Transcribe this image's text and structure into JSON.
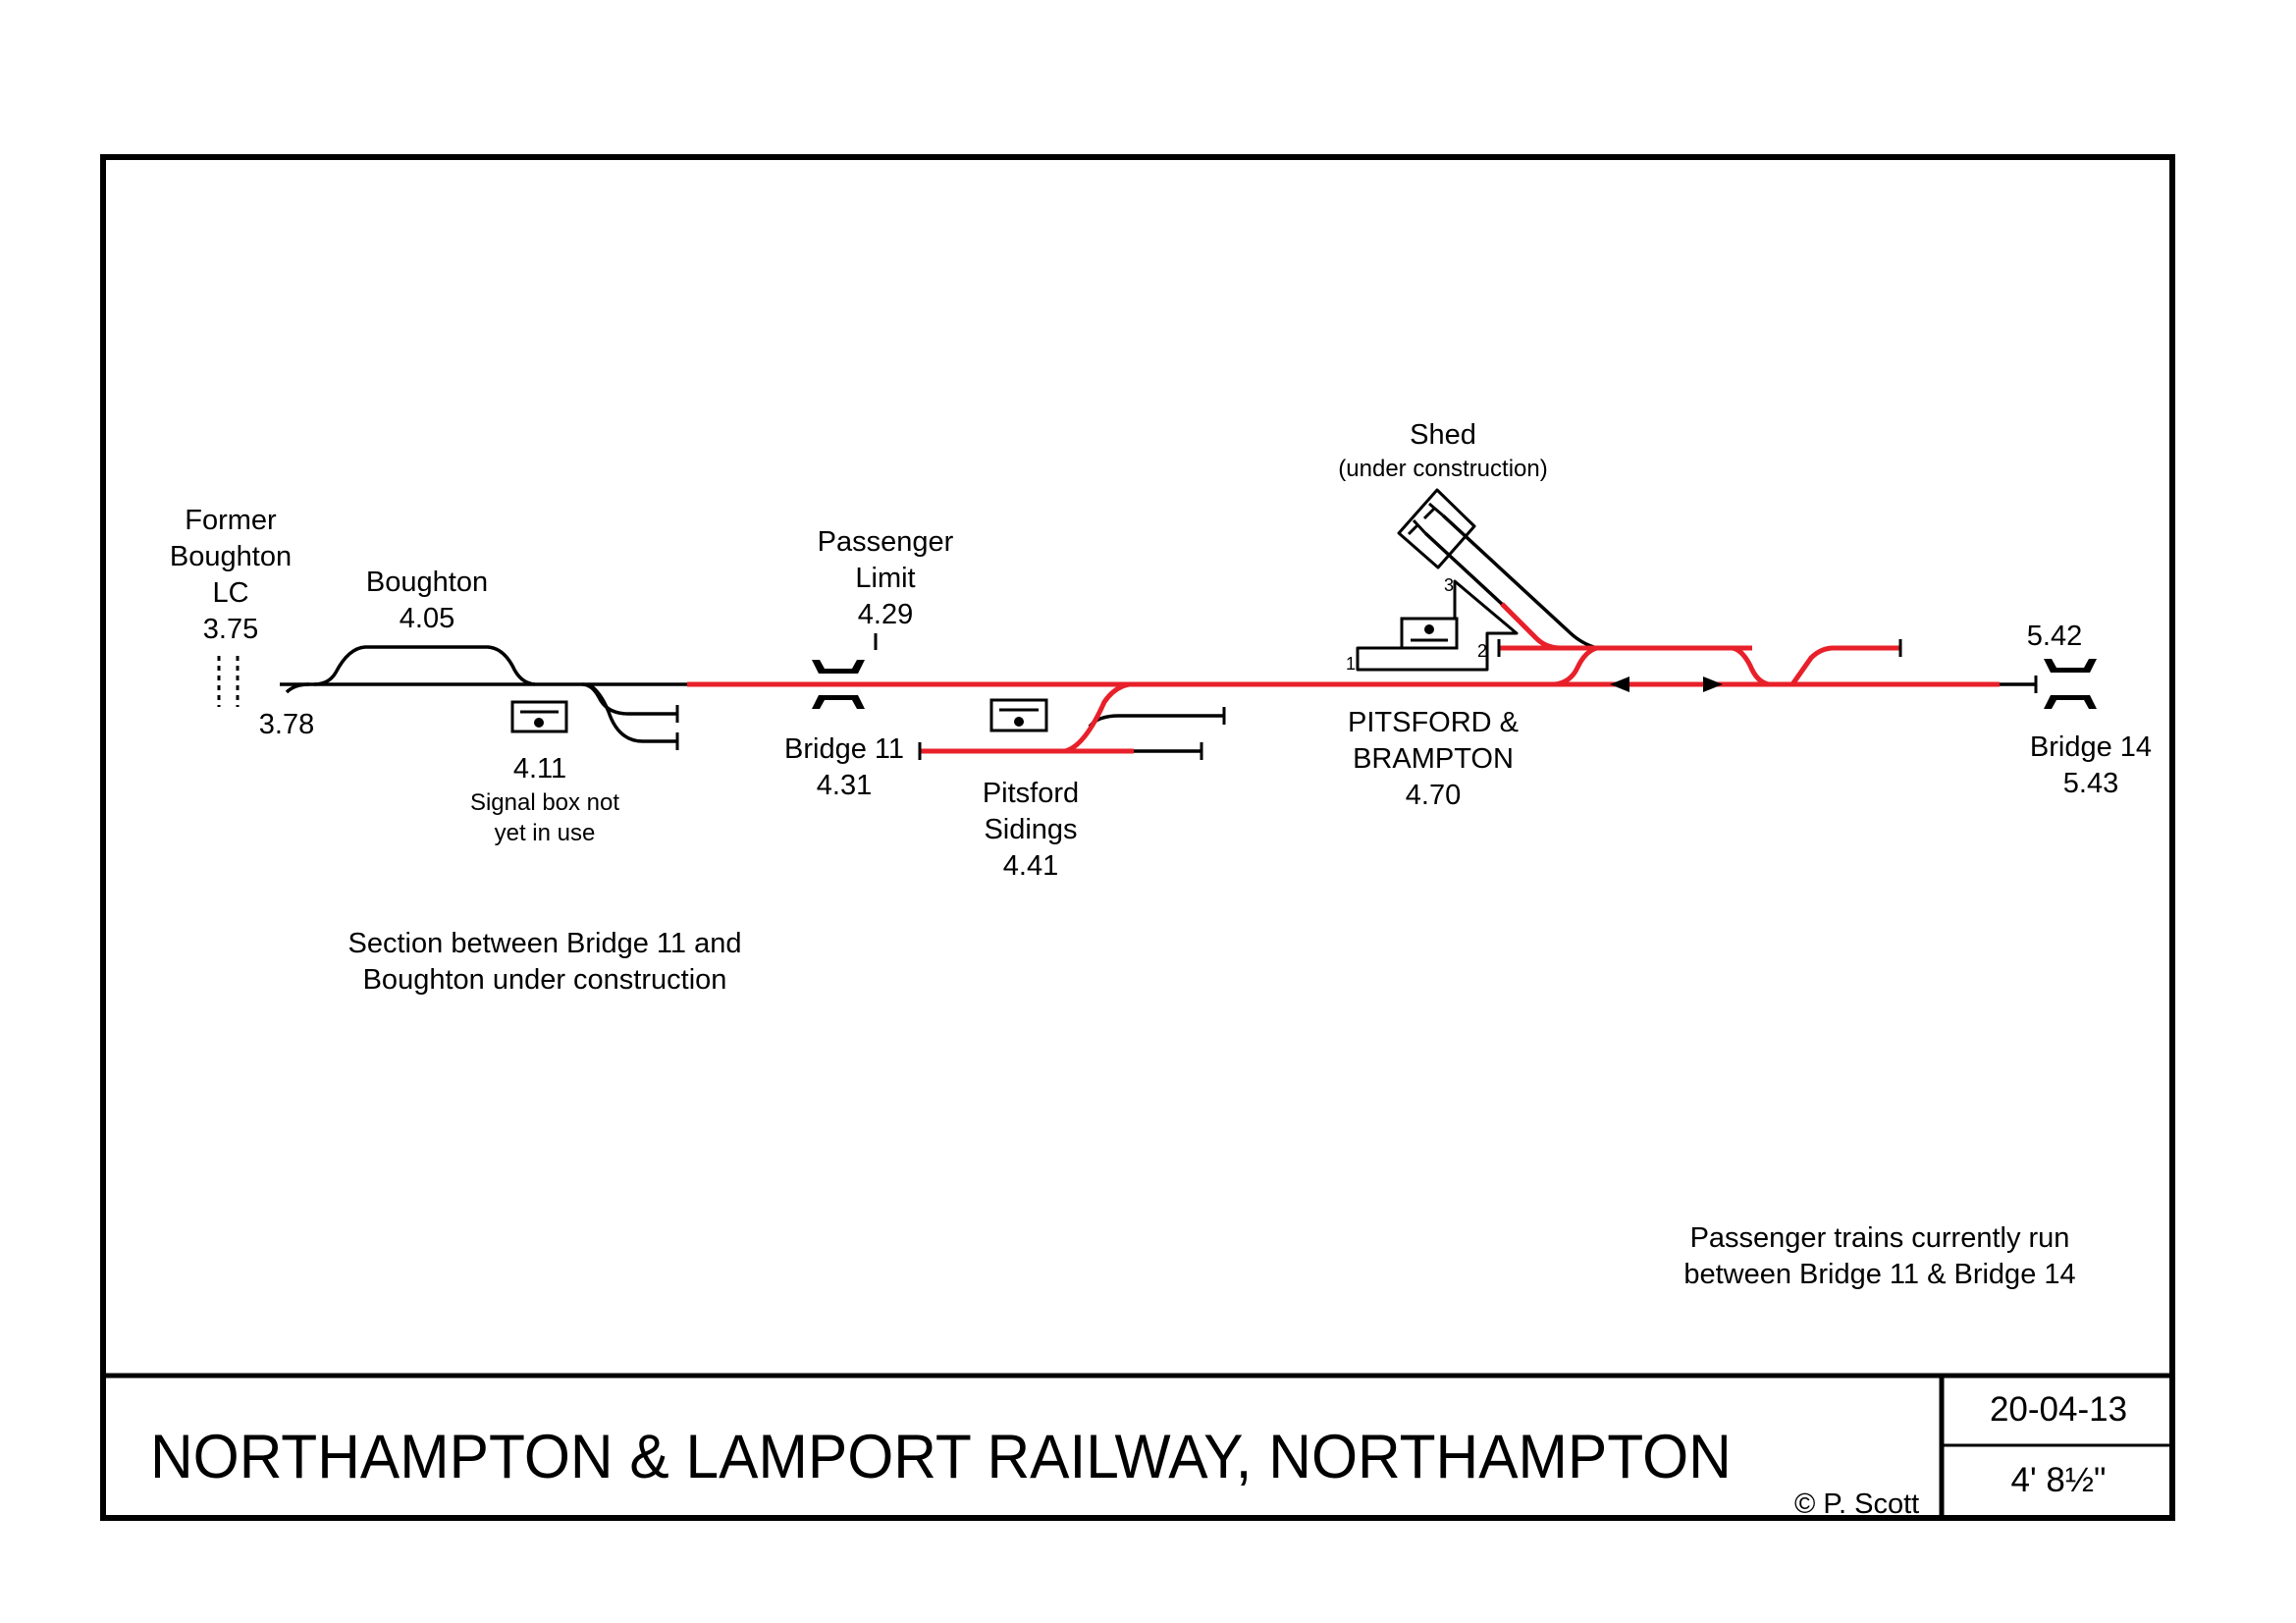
{
  "colors": {
    "operational_track": "#e8202a",
    "track": "#000000",
    "frame": "#000000",
    "background": "#ffffff"
  },
  "title_block": {
    "title": "NORTHAMPTON & LAMPORT RAILWAY, NORTHAMPTON",
    "copyright": "© P. Scott",
    "date": "20-04-13",
    "gauge": "4' 8½\""
  },
  "locations": {
    "former_boughton_lc": {
      "lines": [
        "Former",
        "Boughton",
        "LC"
      ],
      "mileage": "3.75"
    },
    "line_start": {
      "mileage": "3.78"
    },
    "boughton": {
      "name": "Boughton",
      "mileage": "4.05"
    },
    "boughton_signal_box": {
      "mileage": "4.11",
      "note_lines": [
        "Signal box not",
        "yet in use"
      ]
    },
    "passenger_limit": {
      "lines": [
        "Passenger",
        "Limit"
      ],
      "mileage": "4.29"
    },
    "bridge_11": {
      "name": "Bridge 11",
      "mileage": "4.31"
    },
    "pitsford_sidings": {
      "lines": [
        "Pitsford",
        "Sidings"
      ],
      "mileage": "4.41"
    },
    "shed": {
      "name": "Shed",
      "status": "(under construction)"
    },
    "pitsford_brampton": {
      "lines": [
        "PITSFORD &",
        "BRAMPTON"
      ],
      "mileage": "4.70",
      "platforms": [
        "1",
        "2",
        "3"
      ]
    },
    "line_end": {
      "mileage": "5.42"
    },
    "bridge_14": {
      "name": "Bridge 14",
      "mileage": "5.43"
    }
  },
  "notes": {
    "construction_section": [
      "Section between Bridge 11 and",
      "Boughton under construction"
    ],
    "passenger_running": [
      "Passenger trains currently run",
      "between Bridge 11 & Bridge 14"
    ]
  },
  "icons": {
    "signal_box": "signal-box-icon",
    "bridge": "bridge-icon",
    "buffer_stop": "buffer-stop-icon",
    "direction_arrow": "direction-arrow-icon",
    "level_crossing": "level-crossing-icon"
  }
}
